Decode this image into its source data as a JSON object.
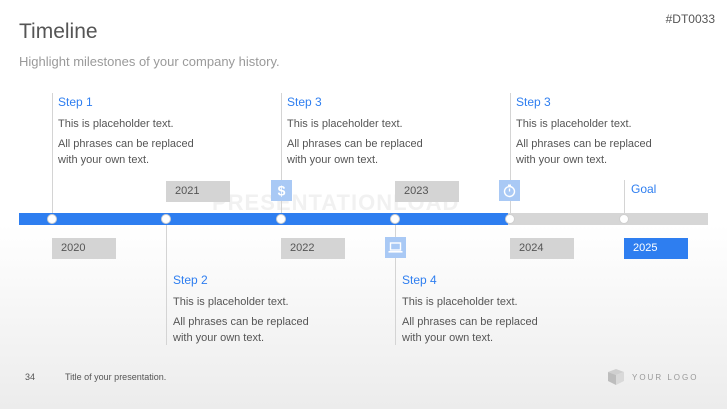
{
  "header": {
    "title": "Timeline",
    "subtitle": "Highlight milestones of your company history.",
    "code": "#DT0033"
  },
  "watermark": "PRESENTATIONLOAD",
  "timeline": {
    "progress_percent": 71,
    "years": [
      "2020",
      "2021",
      "2022",
      "2023",
      "2024",
      "2025"
    ],
    "goal_label": "Goal"
  },
  "steps": [
    {
      "title": "Step 1",
      "line1": "This is placeholder text.",
      "line2": "All phrases can be replaced",
      "line3": "with your own text."
    },
    {
      "title": "Step 2",
      "line1": "This is placeholder text.",
      "line2": "All phrases can be replaced",
      "line3": "with your own text."
    },
    {
      "title": "Step 3",
      "line1": "This is placeholder text.",
      "line2": "All phrases can be replaced",
      "line3": "with your own text."
    },
    {
      "title": "Step 4",
      "line1": "This is placeholder text.",
      "line2": "All phrases can be replaced",
      "line3": "with your own text."
    },
    {
      "title": "Step 3",
      "line1": "This is placeholder text.",
      "line2": "All phrases can be replaced",
      "line3": "with your own text."
    }
  ],
  "icons": [
    "dollar-icon",
    "laptop-icon",
    "stopwatch-icon"
  ],
  "footer": {
    "page_number": "34",
    "text": "Title of your presentation.",
    "logo": "YOUR LOGO"
  },
  "colors": {
    "accent": "#2e7ef0",
    "track": "#d6d6d6",
    "icon_bg": "#a9c9f5",
    "year_box": "#d4d4d4"
  }
}
